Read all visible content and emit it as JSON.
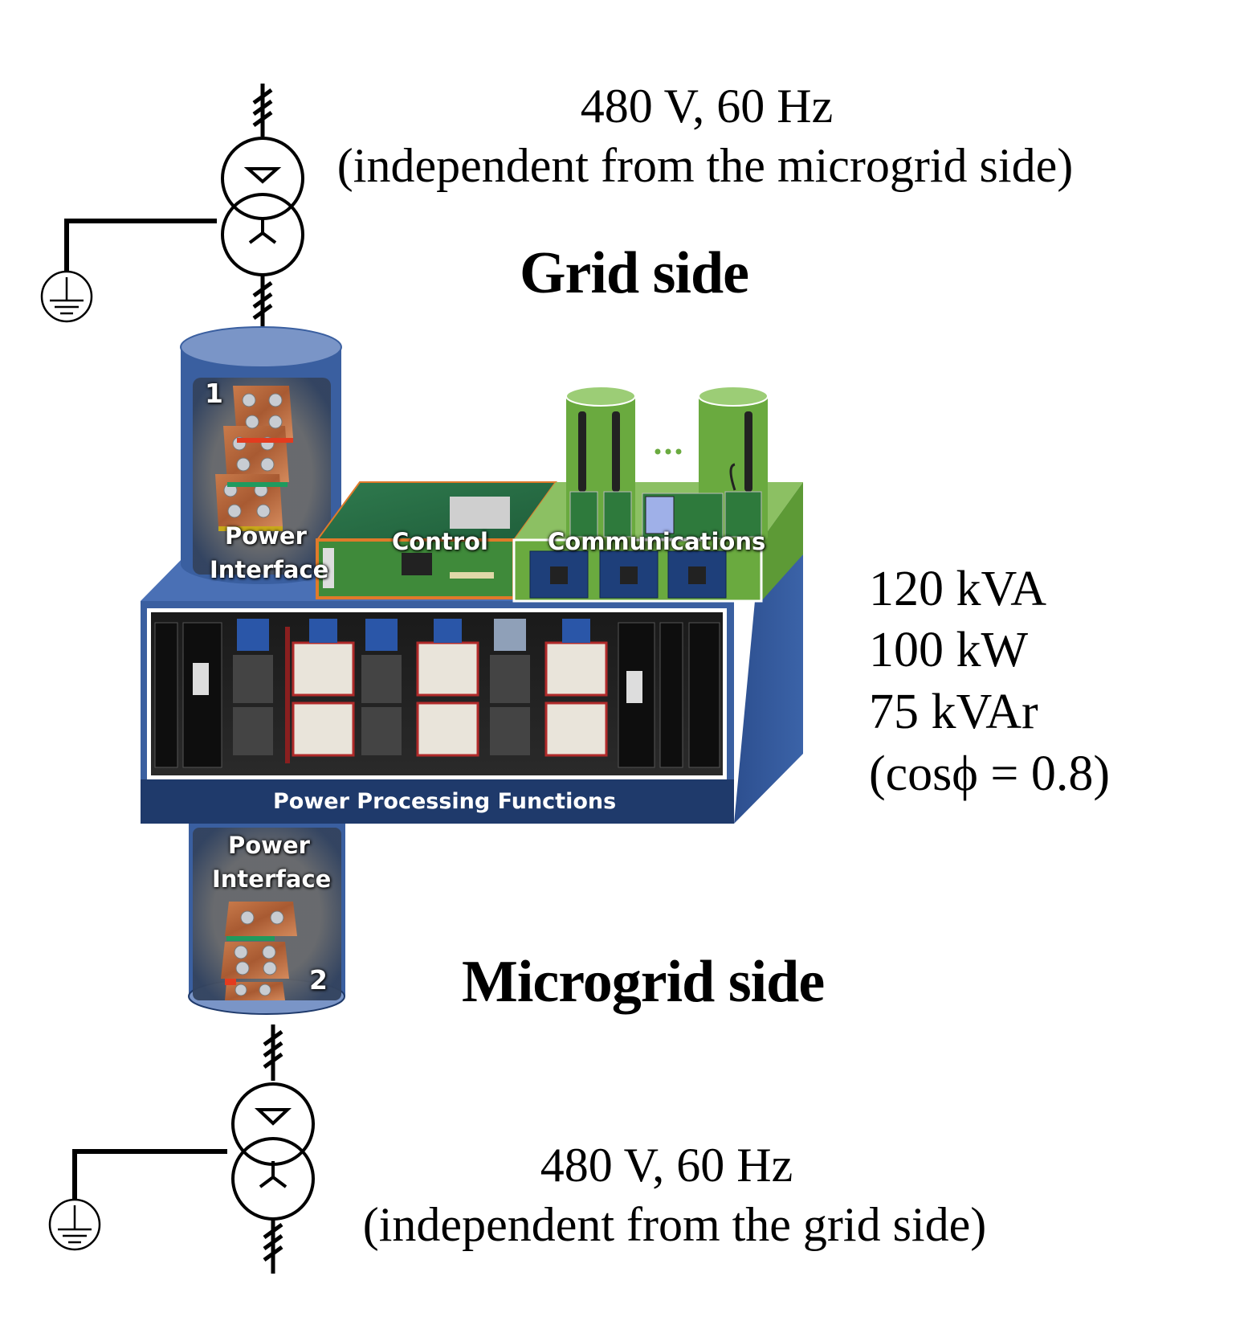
{
  "grid_side": {
    "voltage_label": "480 V, 60 Hz",
    "note": "(independent from the microgrid side)",
    "title": "Grid side",
    "transformer": {
      "primary_winding": "delta",
      "secondary_winding": "wye",
      "grounded": true,
      "phases": 3
    }
  },
  "microgrid_side": {
    "voltage_label": "480 V, 60 Hz",
    "note": "(independent from the grid side)",
    "title": "Microgrid side",
    "transformer": {
      "primary_winding": "delta",
      "secondary_winding": "wye",
      "grounded": true,
      "phases": 3
    }
  },
  "converter": {
    "power_interface_1": {
      "label_line1": "Power",
      "label_line2": "Interface",
      "number": "1"
    },
    "power_interface_2": {
      "label_line1": "Power",
      "label_line2": "Interface",
      "number": "2"
    },
    "control_label": "Control",
    "communications_label": "Communications",
    "communications_ellipsis": "...",
    "power_processing_label": "Power Processing Functions"
  },
  "ratings": {
    "apparent_power": "120 kVA",
    "active_power": "100 kW",
    "reactive_power": "75 kVAr",
    "power_factor": "(cosϕ = 0.8)"
  },
  "colors": {
    "blue_box": "#3a5fa0",
    "blue_dark": "#1f3a6b",
    "blue_cylinder_top": "#7a95c7",
    "green_box": "#6aaa3f",
    "green_light": "#8cc063",
    "orange_border": "#e07a2a",
    "copper": "#b8693e"
  }
}
